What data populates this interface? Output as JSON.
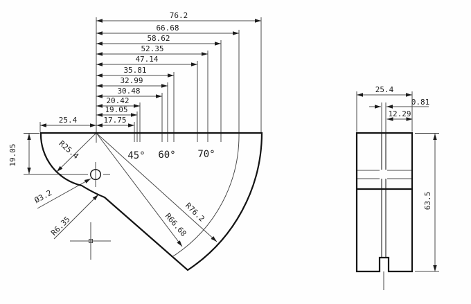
{
  "front_view": {
    "chain_dims": [
      "76.2",
      "66.68",
      "58.62",
      "52.35",
      "47.14",
      "35.81",
      "32.99",
      "30.48",
      "20.42",
      "19.05",
      "17.75"
    ],
    "left_width": "25.4",
    "left_height": "19.05",
    "angle_labels": [
      "45°",
      "60°",
      "70°"
    ],
    "radius_r25": "R25.4",
    "radius_r76": "R76.2",
    "radius_r66": "R66.68",
    "radius_r6": "R6.35",
    "hole_dia": "Ø3.2"
  },
  "side_view": {
    "width": "25.4",
    "slot_width": "0.81",
    "slot_offset": "12.29",
    "height": "63.5"
  },
  "colors": {
    "ink": "#1c1c1c",
    "background": "#fefefe"
  }
}
